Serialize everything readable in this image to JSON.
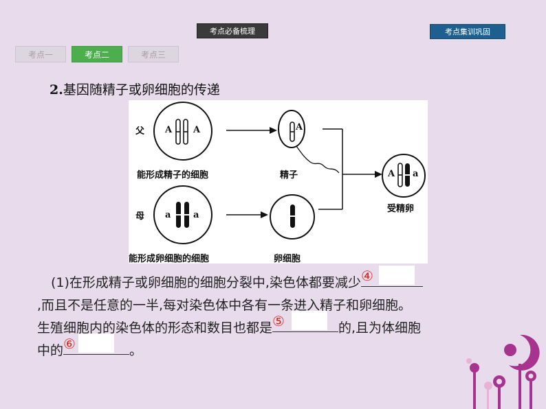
{
  "header": {
    "review_tab": "考点必备梳理",
    "training_tab": "考点集训巩固"
  },
  "subtabs": [
    {
      "label": "考点一",
      "active": false
    },
    {
      "label": "考点二",
      "active": true
    },
    {
      "label": "考点三",
      "active": false
    }
  ],
  "heading": {
    "number": "2.",
    "text": "基因随精子或卵细胞的传递"
  },
  "figure": {
    "father_label": "父",
    "mother_label": "母",
    "sperm_forming_cell": "能形成精子的细胞",
    "egg_forming_cell": "能形成卵细胞的细胞",
    "sperm": "精子",
    "egg": "卵细胞",
    "fertilized_egg": "受精卵",
    "allele_A": "A",
    "allele_a": "a"
  },
  "paragraph": {
    "line1": "(1)在形成精子或卵细胞的细胞分裂中,染色体都要减少",
    "blank4": "④",
    "line2": ",而且不是任意的一半,每对染色体中各有一条进入精子和卵细胞。",
    "line3_start": "生殖细胞内的染色体的形态和数目也都是",
    "blank5": "⑤",
    "line3_end": "的,且为体细胞",
    "line4_start": "中的",
    "blank6": "⑥",
    "line4_end": "。"
  },
  "colors": {
    "background": "#e8dcec",
    "active_tab": "#4cae4c",
    "review_tab": "#3a3a3a",
    "training_tab": "#1d5f8e",
    "blank_number": "#d9261c",
    "decoration": "#a8338e"
  }
}
